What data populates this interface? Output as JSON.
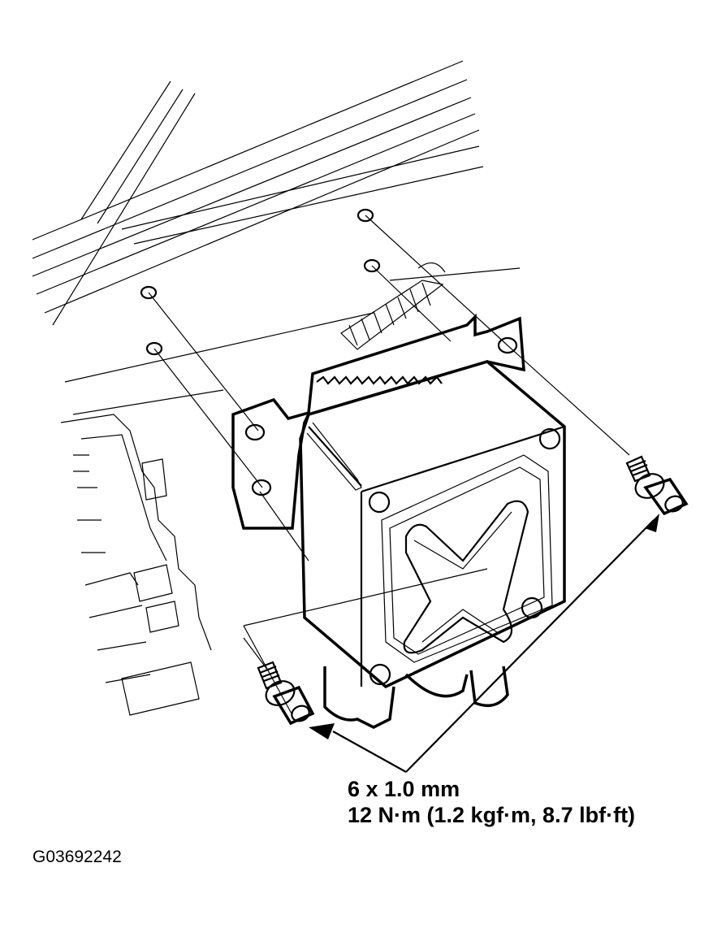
{
  "diagram": {
    "type": "exploded-assembly",
    "subject": "control unit with mounting bracket and bolts",
    "colors": {
      "line": "#000000",
      "background": "#ffffff"
    }
  },
  "labels": {
    "bolt_size": "6 x 1.0 mm",
    "torque": "12 N·m (1.2 kgf·m, 8.7 lbf·ft)",
    "figure_id": "G03692242"
  },
  "parts": [
    {
      "name": "control-unit",
      "label": ""
    },
    {
      "name": "bracket",
      "label": ""
    },
    {
      "name": "bolt-left",
      "label": ""
    },
    {
      "name": "bolt-right",
      "label": ""
    }
  ]
}
